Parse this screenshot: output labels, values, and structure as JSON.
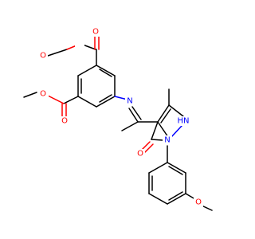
{
  "structure": {
    "atom_labels": {
      "o_ester1_carbonyl": "O",
      "o_ester1_ether": "O",
      "o_ester2_carbonyl": "O",
      "o_ester2_ether": "O",
      "n_imine": "N",
      "nh_pyrazole": "HN",
      "n_pyrazole": "N",
      "o_ketone": "O",
      "o_methoxy": "O"
    },
    "colors": {
      "carbon": "#000000",
      "oxygen": "#ff0000",
      "nitrogen": "#0000ff",
      "background": "#ffffff"
    }
  }
}
